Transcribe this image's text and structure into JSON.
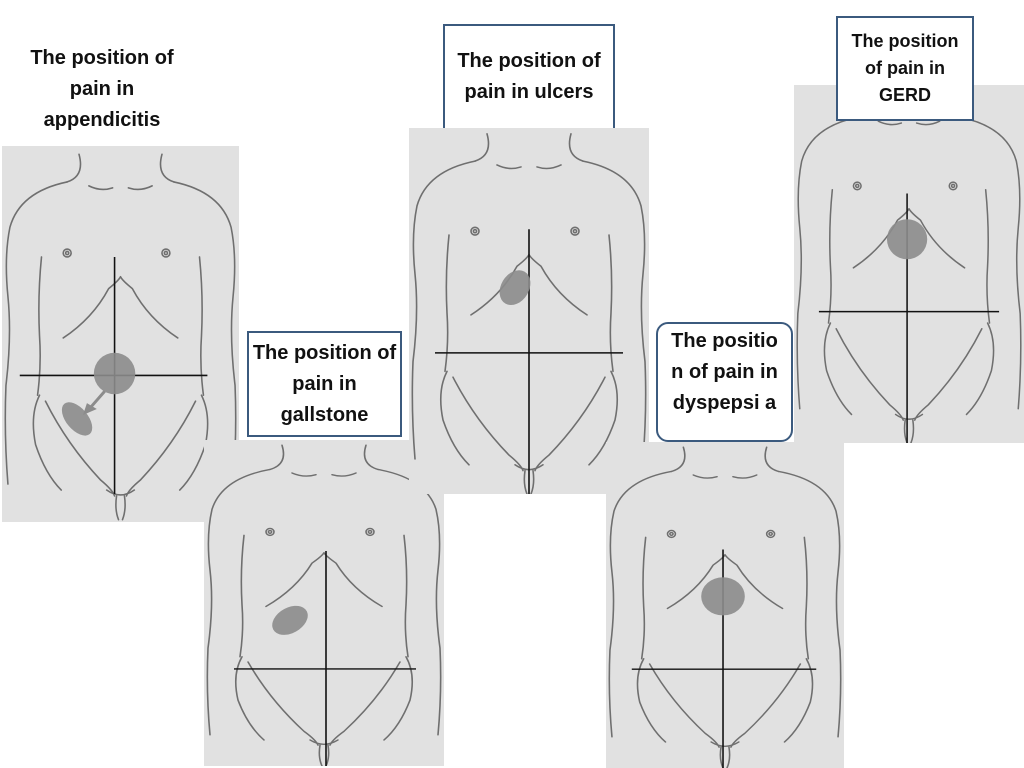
{
  "colors": {
    "panel_background": "#e1e1e1",
    "box_border": "#3b5a7e",
    "pain_marker": "#8c8c8c",
    "outline": "#6f6f6f",
    "axes": "#111111"
  },
  "figures": {
    "appendicitis": {
      "label": "The position of pain in appendicitis"
    },
    "gallstone": {
      "label": "The position of pain in gallstone"
    },
    "ulcers": {
      "label": "The position of pain in ulcers"
    },
    "dyspepsia": {
      "label": "The position of pain in dyspepsi a"
    },
    "gerd": {
      "label": "The position of pain in GERD"
    }
  }
}
